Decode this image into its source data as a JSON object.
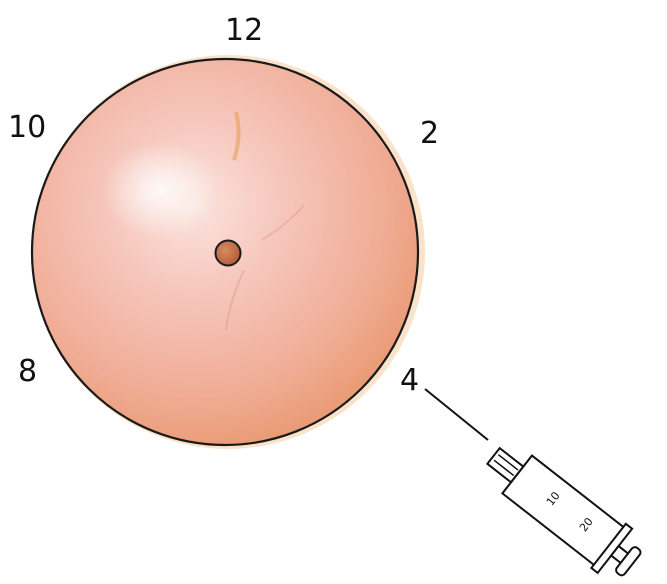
{
  "clock_labels": {
    "twelve": "12",
    "two": "2",
    "four": "4",
    "eight": "8",
    "ten": "10"
  },
  "syringe": {
    "mark_low": "10",
    "mark_high": "20"
  },
  "colors": {
    "breast_fill": "#f3b8a4",
    "breast_outline": "#1a1a1a",
    "nipple": "#c8734e",
    "ink": "#111111"
  }
}
